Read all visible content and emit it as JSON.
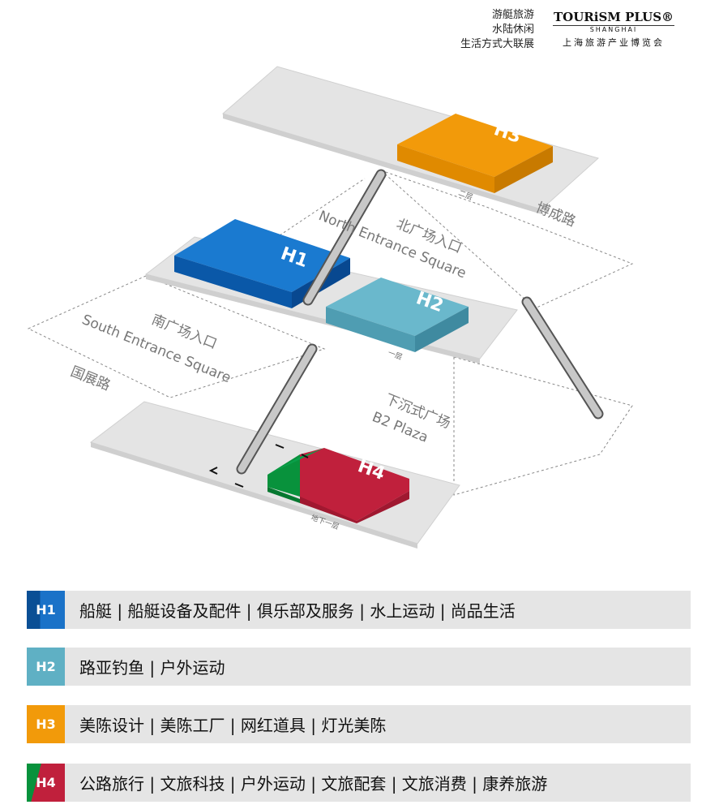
{
  "header": {
    "slogan": [
      "游艇旅游",
      "水陆休闲",
      "生活方式大联展"
    ],
    "logo_title": "TOURiSM PLUS®",
    "logo_sub": "SHANGHAI",
    "logo_cn": "上海旅游产业博览会"
  },
  "map": {
    "floors": {
      "f2": "二层",
      "f1": "一层",
      "b1": "地下一层"
    },
    "halls": {
      "h1": "H1",
      "h2": "H2",
      "h3": "H3",
      "h4": "H4"
    },
    "labels": {
      "road_east": "博成路",
      "north_cn": "北广场入口",
      "north_en": "North Entrance Square",
      "south_cn": "南广场入口",
      "south_en": "South Entrance Square",
      "road_west": "国展路",
      "b2_cn": "下沉式广场",
      "b2_en": "B2 Plaza"
    }
  },
  "legend": [
    {
      "badge": "H1",
      "text": "船艇 | 船艇设备及配件 | 俱乐部及服务 | 水上运动 | 尚品生活",
      "color": "#0a5aa8"
    },
    {
      "badge": "H2",
      "text": "路亚钓鱼 | 户外运动",
      "color": "#5fb0c4"
    },
    {
      "badge": "H3",
      "text": "美陈设计 | 美陈工厂 | 网红道具  | 灯光美陈",
      "color": "#f29a0a"
    },
    {
      "badge": "H4",
      "text": "公路旅行 | 文旅科技 | 户外运动 | 文旅配套 | 文旅消费 | 康养旅游",
      "color": "#c0203c"
    }
  ]
}
